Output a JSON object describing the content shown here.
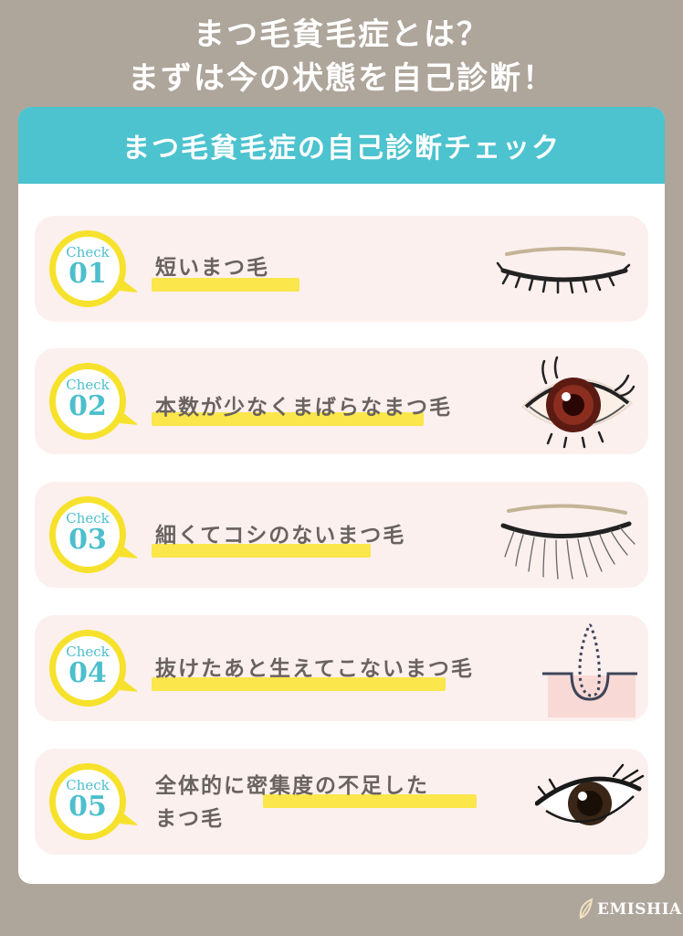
{
  "headline": {
    "line1": "まつ毛貧毛症とは？",
    "line2": "まずは今の状態を自己診断！"
  },
  "card": {
    "title": "まつ毛貧毛症の自己診断チェック",
    "items": [
      {
        "check": "Check",
        "number": "01",
        "text": "短いまつ毛",
        "icon": "closed-eye-short-lashes-icon"
      },
      {
        "check": "Check",
        "number": "02",
        "text": "本数が少なくまばらなまつ毛",
        "icon": "sparse-lash-eye-icon"
      },
      {
        "check": "Check",
        "number": "03",
        "text": "細くてコシのないまつ毛",
        "icon": "closed-eye-thin-lashes-icon"
      },
      {
        "check": "Check",
        "number": "04",
        "text": "抜けたあと生えてこないまつ毛",
        "icon": "hair-follicle-icon"
      },
      {
        "check": "Check",
        "number": "05",
        "text_line1": "全体的に密集度の不足した",
        "text_line2": "まつ毛",
        "icon": "brown-eye-icon"
      }
    ]
  },
  "logo": {
    "text": "EMISHIA",
    "icon": "leaf-logo-icon"
  },
  "colors": {
    "background": "#aea59b",
    "header": "#4cc3cf",
    "item_bg": "#fbf0ee",
    "badge_ring": "#f6e22c",
    "badge_text": "#4cbfcc",
    "highlight": "#fbe64b",
    "text": "#6a625e"
  }
}
